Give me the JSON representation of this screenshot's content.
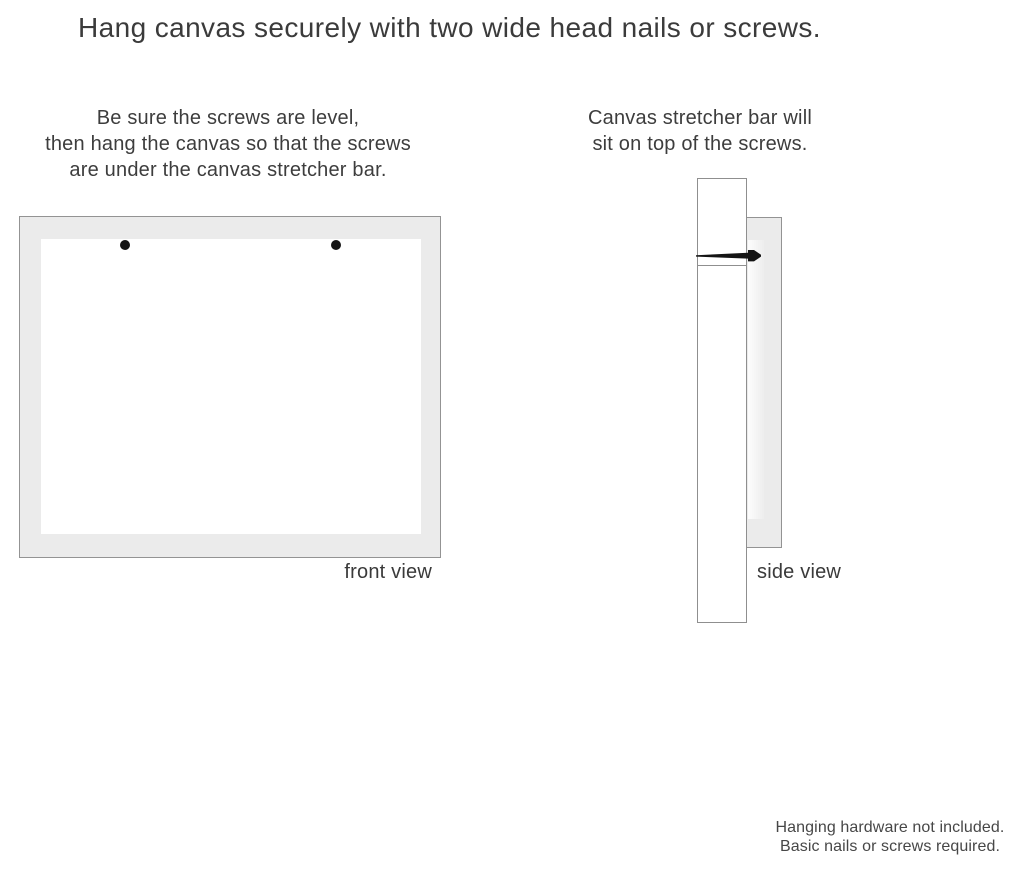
{
  "title": "Hang canvas securely with two wide head nails or screws.",
  "notes": {
    "front": [
      "Be sure the screws are level,",
      "then hang the canvas so that the screws",
      "are under the canvas stretcher bar."
    ],
    "side": [
      "Canvas stretcher bar will",
      "sit on top of the screws."
    ]
  },
  "labels": {
    "front": "front view",
    "side": "side view"
  },
  "footnote": [
    "Hanging hardware not included.",
    "Basic nails or screws required."
  ],
  "icons": {
    "screws": "screw-head-dot",
    "nail": "wide-head-nail"
  },
  "colors": {
    "background": "#ffffff",
    "text": "#3d3d3d",
    "canvas_fill": "#ebebeb",
    "outline": "#8f8f8f",
    "hardware": "#141414"
  }
}
